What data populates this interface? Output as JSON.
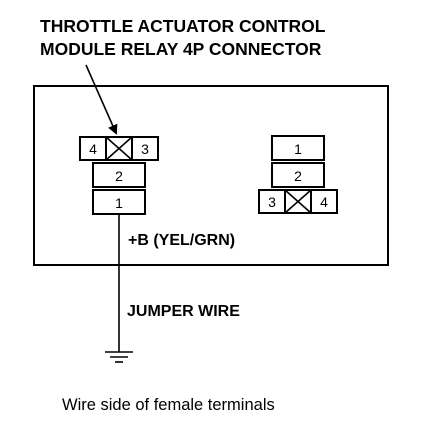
{
  "connector_title": {
    "line1": "THROTTLE ACTUATOR CONTROL",
    "line2": "MODULE RELAY 4P CONNECTOR"
  },
  "left_connector": {
    "top_left_pin": "4",
    "top_right_pin": "3",
    "middle_pin": "2",
    "bottom_pin": "1"
  },
  "right_connector": {
    "top_pin": "1",
    "middle_pin": "2",
    "bottom_left_pin": "3",
    "bottom_right_pin": "4"
  },
  "wire_label": "+B (YEL/GRN)",
  "jumper_label": "JUMPER WIRE",
  "caption": "Wire side of female terminals"
}
